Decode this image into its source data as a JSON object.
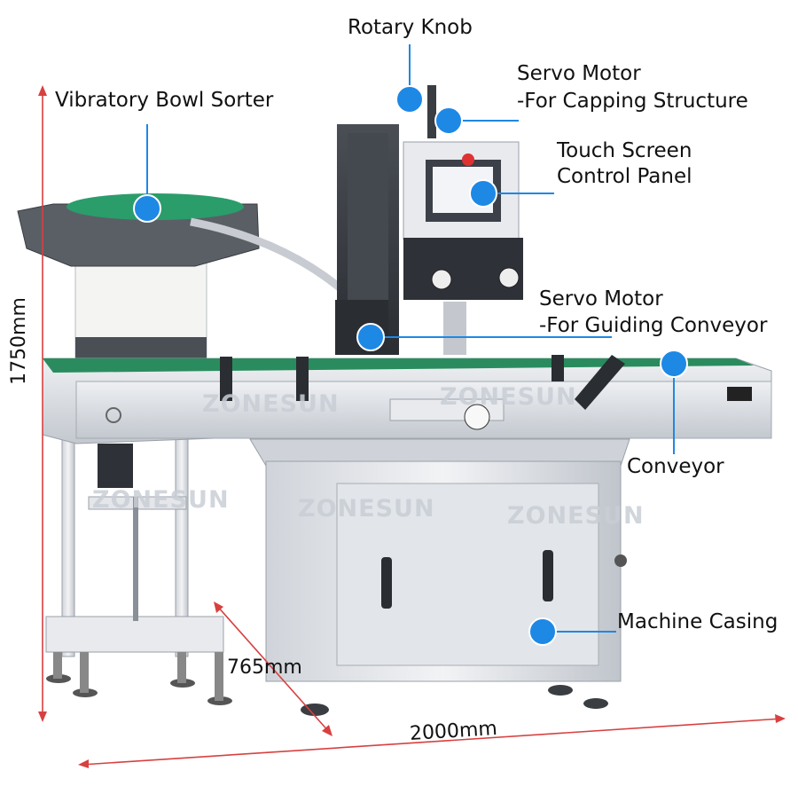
{
  "labels": {
    "rotary_knob": "Rotary Knob",
    "servo_capping_1": "Servo Motor",
    "servo_capping_2": "-For Capping Structure",
    "touch_screen_1": "Touch Screen",
    "touch_screen_2": "Control Panel",
    "bowl_sorter": "Vibratory Bowl Sorter",
    "servo_guiding_1": "Servo Motor",
    "servo_guiding_2": "-For Guiding Conveyor",
    "conveyor": "Conveyor",
    "machine_casing": "Machine Casing"
  },
  "dimensions": {
    "height": "1750mm",
    "depth": "765mm",
    "width": "2000mm"
  },
  "watermark": "ZONESUN",
  "colors": {
    "marker": "#1e88e5",
    "dimension_line": "#d84040",
    "leader": "#1e88e5",
    "steel": "#d8dbe0",
    "steel_dark": "#9aa0a8",
    "green_belt": "#1f8f5f"
  }
}
